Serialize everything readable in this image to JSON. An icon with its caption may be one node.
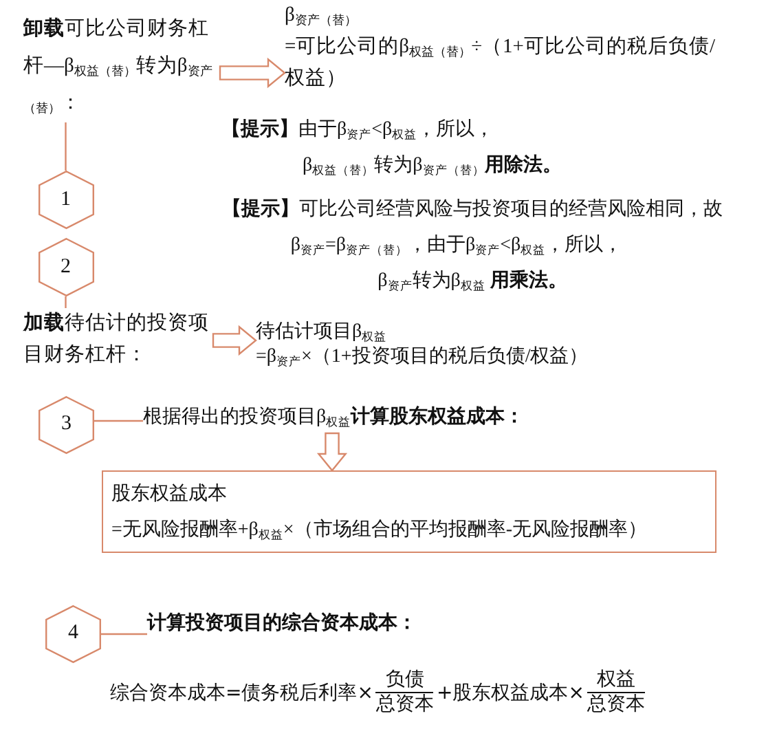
{
  "diagram": {
    "nodes": [
      {
        "text": [
          "**卸载**可比公司财务杠杆—β$_{权益（替）}$转为β$_{资产（替）}$："
        ]
      },
      {
        "text": [
          "β$_{资产（替）}$",
          "=可比公司的β$_{权益（替）}$÷（1+可比公司的税后负债/权益）"
        ]
      },
      {
        "text": [
          "1"
        ]
      },
      {
        "text": [
          "2"
        ]
      },
      {
        "text": [
          "**加载**待估计的投资项目财务杠杆："
        ]
      },
      {
        "text": [
          "待估计项目β$_{权益}$",
          "=β$_{资产}$×（1+投资项目的税后负债/权益）"
        ]
      },
      {
        "text": [
          "3"
        ]
      },
      {
        "text": [
          "根据得出的投资项目β$_{权益}$**计算股东权益成本：**"
        ]
      },
      {
        "text": [
          "股东权益成本",
          "=无风险报酬率+β$_{权益}$×（市场组合的平均报酬率-无风险报酬率）"
        ]
      },
      {
        "text": [
          "4"
        ]
      },
      {
        "text": [
          "计算投资项目的综合资本成本："
        ]
      }
    ],
    "edges": [
      {
        "from": 0,
        "to": 1,
        "arrow": "to",
        "style": "thick"
      },
      {
        "from": 0,
        "to": 2,
        "arrow": "none"
      },
      {
        "from": 3,
        "to": 4,
        "arrow": "none"
      },
      {
        "from": 4,
        "to": 5,
        "arrow": "to",
        "style": "thick"
      },
      {
        "from": 6,
        "to": 7,
        "arrow": "none"
      },
      {
        "from": 7,
        "to": 8,
        "arrow": "to",
        "style": "thick"
      },
      {
        "from": 9,
        "to": 10,
        "arrow": "none"
      }
    ],
    "labels": [
      "**【提示】**由于β$_{资产}$<β$_{权益}$，所以，β$_{权益（替）}$转为β$_{资产（替）}$**用除法。**",
      "**【提示】**可比公司经营风险与投资项目的经营风险相同，故β$_{资产}$=β$_{资产（替）}$，由于β$_{资产}$<β$_{权益}$，所以，β$_{资产}$转为β$_{权益}$ **用乘法。**",
      "综合资本成本=债务税后利率×",
      "负债",
      "总资本",
      "+股东权益成本×",
      "权益",
      "总资本"
    ]
  }
}
